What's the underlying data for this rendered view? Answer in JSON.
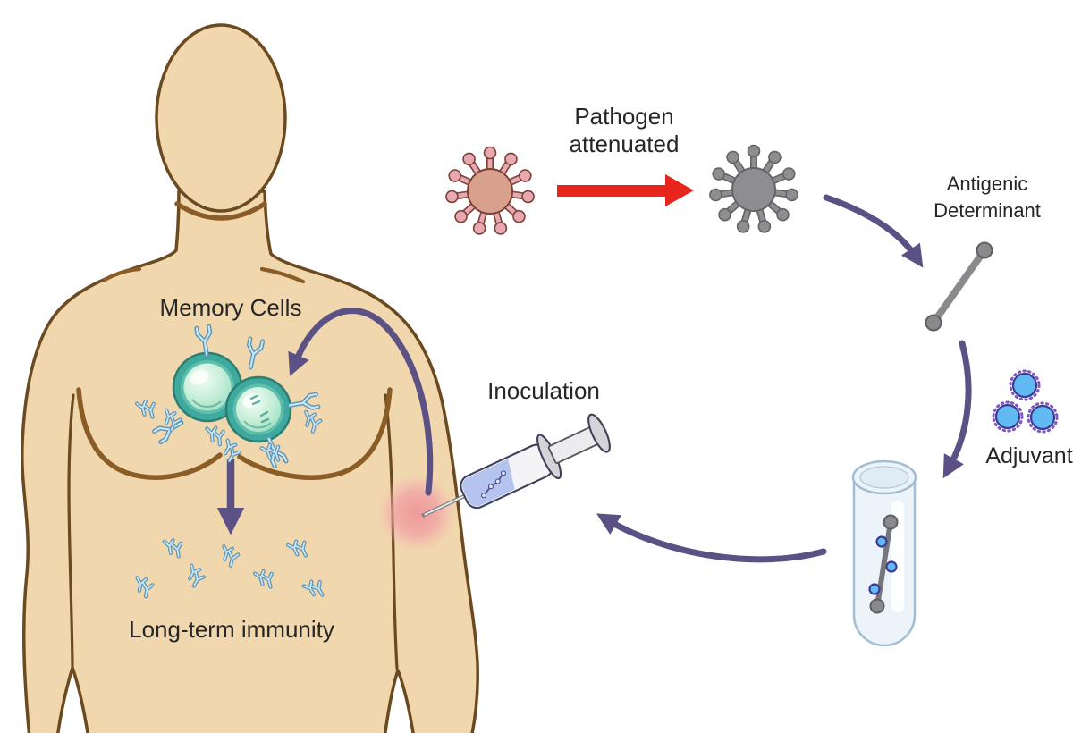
{
  "labels": {
    "pathogen_line1": "Pathogen",
    "pathogen_line2": "attenuated",
    "antigenic_line1": "Antigenic",
    "antigenic_line2": "Determinant",
    "adjuvant": "Adjuvant",
    "inoculation": "Inoculation",
    "memory_cells": "Memory Cells",
    "long_term_immunity": "Long-term immunity"
  },
  "elements": {
    "pathogen_icon": "pink-spiked-virus",
    "attenuation_arrow_icon": "red-right-arrow",
    "attenuated_pathogen_icon": "gray-spiked-virus",
    "antigenic_determinant_icon": "gray-rod-with-knobs",
    "adjuvant_icon": "three-spiky-blue-circles",
    "test_tube_icon": "test-tube-with-antigen-and-adjuvant",
    "syringe_icon": "syringe-with-vaccine-liquid",
    "injection_site_icon": "pink-blush-on-upper-arm",
    "memory_cells_icon": "two-teal-cells-with-receptors",
    "antibodies_icon": "scattered-blue-y-antibodies",
    "human_figure": "human-torso-outline",
    "flow_arrows": "purple-curved-arrows"
  },
  "colors": {
    "background": "#ffffff",
    "text": "#262626",
    "skin": "#f1d7ad",
    "body_outline": "#6b4a1f",
    "muscle_line": "#8a5c26",
    "arrow_purple": "#5b5185",
    "arrow_red": "#e8251d",
    "pathogen_body": "#d9a08d",
    "pathogen_spike": "#e7a8b2",
    "pathogen_outline": "#7c4034",
    "attenuated_body": "#8e8e90",
    "attenuated_outline": "#646468",
    "cell_ring": "#3fa99e",
    "cell_ring_dark": "#2a7e74",
    "cell_mid": "#5fbfae",
    "cell_ball_light": "#f2fcf4",
    "cell_ball": "#9fe0c4",
    "antibody_outline": "#5d93b4",
    "antibody_fill": "#c6e6f4",
    "adjuvant_fill": "#61baf4",
    "adjuvant_ring": "#7e57c4",
    "adjuvant_outline": "#3d3a8f",
    "tube_fill": "#ecf4fa",
    "tube_outline": "#a3bdd3",
    "rod_gray": "#8a8a8d",
    "rod_outline": "#606064",
    "syringe_liquid": "#b5c4ef",
    "syringe_metal": "#d4d4d8",
    "syringe_outline": "#3f3f58",
    "blush": "#ef9a9e"
  }
}
